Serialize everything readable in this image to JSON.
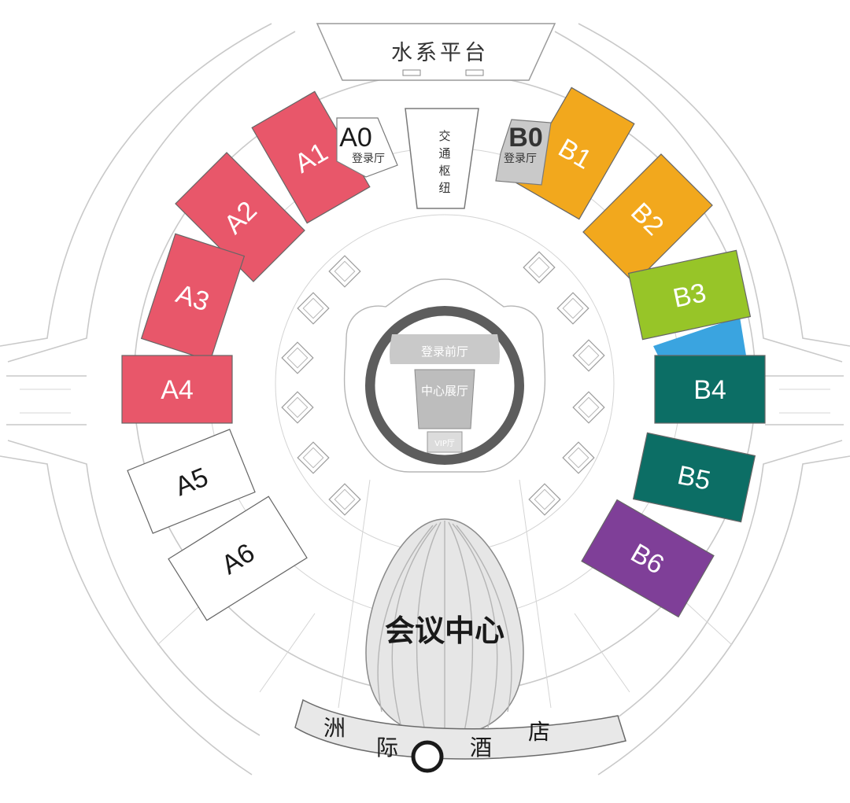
{
  "colors": {
    "a_hall": "#e8576a",
    "b1_b2": "#f2a81d",
    "b3": "#97c528",
    "b3_annex": "#3aa4e0",
    "b4_b5": "#0c6e65",
    "b6": "#7f3f98",
    "plain": "#ffffff",
    "login_gray": "#c9c9c9",
    "ring": "#5d5d5d",
    "center_gray": "#bdbdbd",
    "outline": "#666666"
  },
  "halls": [
    {
      "id": "A1",
      "label": "A1",
      "angle": 299,
      "color_key": "a_hall",
      "text_color": "#ffffff"
    },
    {
      "id": "A2",
      "label": "A2",
      "angle": 315,
      "color_key": "a_hall",
      "text_color": "#ffffff"
    },
    {
      "id": "A3",
      "label": "A3",
      "angle": 333,
      "color_key": "a_hall",
      "text_color": "#ffffff"
    },
    {
      "id": "A4",
      "label": "A4",
      "angle": 0,
      "color_key": "a_hall",
      "text_color": "#ffffff"
    },
    {
      "id": "A5",
      "label": "A5",
      "angle": 22,
      "color_key": "plain",
      "text_color": "#1a1a1a"
    },
    {
      "id": "A6",
      "label": "A6",
      "angle": 40,
      "color_key": "plain",
      "text_color": "#1a1a1a"
    },
    {
      "id": "B1",
      "label": "B1",
      "angle": 61,
      "color_key": "b1_b2",
      "text_color": "#ffffff"
    },
    {
      "id": "B2",
      "label": "B2",
      "angle": 45,
      "color_key": "b1_b2",
      "text_color": "#ffffff"
    },
    {
      "id": "B3",
      "label": "B3",
      "angle": 22,
      "color_key": "b3",
      "text_color": "#ffffff"
    },
    {
      "id": "B4",
      "label": "B4",
      "angle": 0,
      "color_key": "b4_b5",
      "text_color": "#ffffff"
    },
    {
      "id": "B5",
      "label": "B5",
      "angle": 338,
      "color_key": "b4_b5",
      "text_color": "#ffffff"
    },
    {
      "id": "B6",
      "label": "B6",
      "angle": 322,
      "color_key": "b6",
      "text_color": "#ffffff"
    }
  ],
  "login_halls": {
    "a0": {
      "code": "A0",
      "name": "登录厅"
    },
    "b0": {
      "code": "B0",
      "name": "登录厅"
    }
  },
  "labels": {
    "water_platform": "水系平台",
    "transport_hub": [
      "交",
      "通",
      "枢",
      "纽"
    ],
    "login_foyer": "登录前厅",
    "center_hall": "中心展厅",
    "vip": "VIP厅",
    "conference_center": "会议中心",
    "hotel": [
      "洲",
      "际",
      "酒",
      "店"
    ]
  }
}
